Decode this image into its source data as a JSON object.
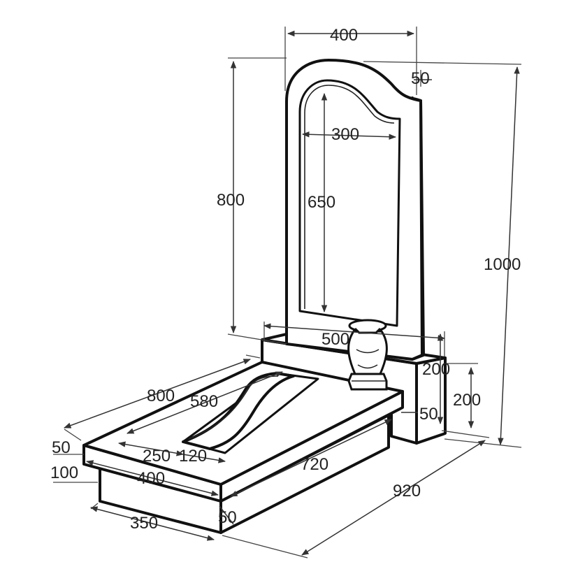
{
  "dimensions": {
    "stele_width": "400",
    "stele_thickness": "50",
    "stele_height": "800",
    "inner_width": "300",
    "inner_height": "650",
    "total_height": "1000",
    "plinth_width": "500",
    "plinth_height": "200",
    "pedestal_height": "200",
    "pedestal_offset": "50",
    "frame_length": "800",
    "flower_bed_length": "580",
    "frame_thickness": "50",
    "base_height": "100",
    "front_width": "400",
    "gap_left": "250",
    "gap_right": "120",
    "side_length": "720",
    "total_length": "920",
    "base_width": "350",
    "base_offset": "50"
  },
  "colors": {
    "stroke": "#111111",
    "dimension_line": "#333333",
    "label": "#222222",
    "background": "#ffffff"
  }
}
